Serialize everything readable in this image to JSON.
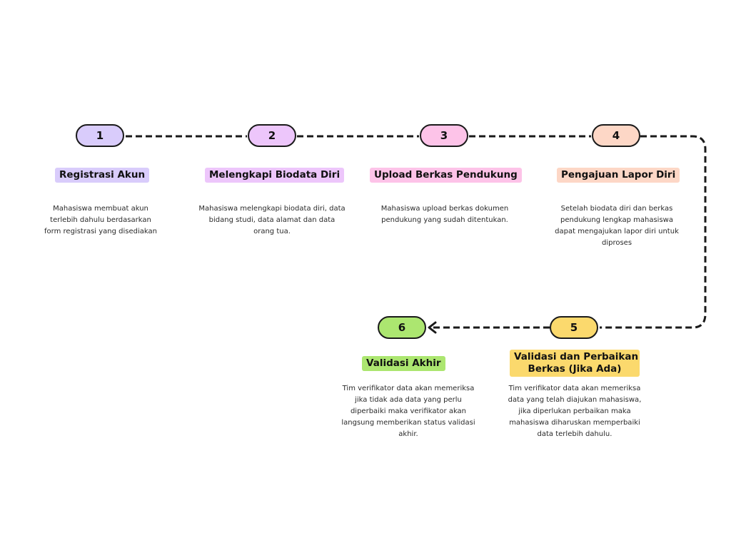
{
  "colors": {
    "line": "#1a1a1a",
    "step1": "#d9ccfb",
    "step2": "#edc6fb",
    "step3": "#fdc3e8",
    "step4": "#fdd7c6",
    "step5": "#fbd96d",
    "step6": "#ace670"
  },
  "steps": [
    {
      "number": "1",
      "title": "Registrasi Akun",
      "description": "Mahasiswa membuat akun terlebih dahulu berdasarkan form registrasi yang disediakan"
    },
    {
      "number": "2",
      "title": "Melengkapi Biodata Diri",
      "description": "Mahasiswa melengkapi biodata diri, data bidang studi, data alamat dan data orang tua."
    },
    {
      "number": "3",
      "title": "Upload Berkas Pendukung",
      "description": "Mahasiswa upload berkas dokumen pendukung yang sudah ditentukan."
    },
    {
      "number": "4",
      "title": "Pengajuan Lapor Diri",
      "description": "Setelah biodata diri dan berkas pendukung lengkap mahasiswa dapat mengajukan lapor diri untuk diproses"
    },
    {
      "number": "5",
      "title_line1": "Validasi dan Perbaikan",
      "title_line2": "Berkas (Jika Ada)",
      "description": "Tim verifikator data akan memeriksa data yang telah diajukan mahasiswa, jika diperlukan perbaikan maka mahasiswa diharuskan memperbaiki data terlebih dahulu."
    },
    {
      "number": "6",
      "title": "Validasi Akhir",
      "description": "Tim verifikator data akan memeriksa jika tidak ada data yang perlu diperbaiki maka verifikator akan langsung memberikan status validasi akhir."
    }
  ]
}
